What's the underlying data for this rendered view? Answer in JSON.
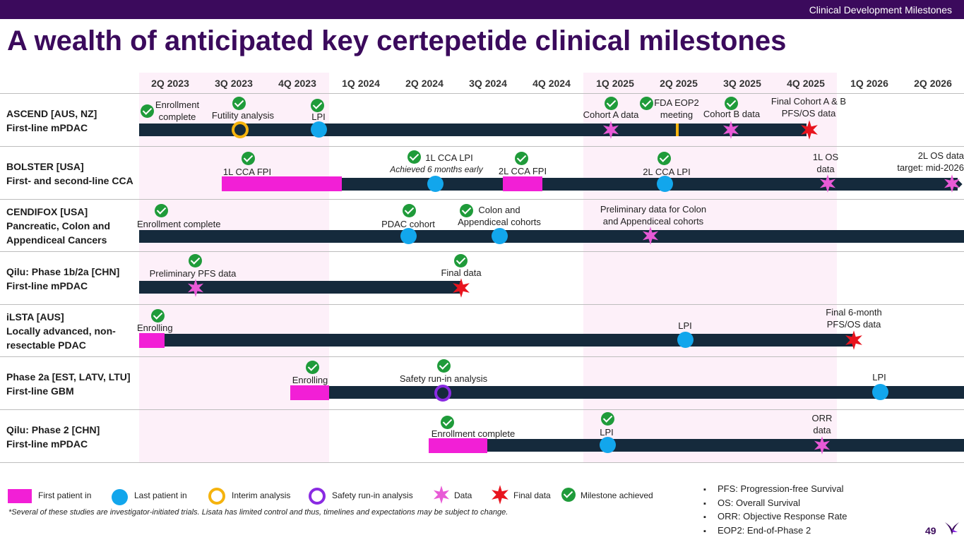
{
  "header": {
    "section_label": "Clinical Development Milestones"
  },
  "title": "A wealth of anticipated key certepetide clinical milestones",
  "quarters": [
    "2Q 2023",
    "3Q 2023",
    "4Q 2023",
    "1Q 2024",
    "2Q 2024",
    "3Q 2024",
    "4Q 2024",
    "1Q 2025",
    "2Q 2025",
    "3Q 2025",
    "4Q 2025",
    "1Q 2026",
    "2Q 2026"
  ],
  "studies": [
    {
      "name": "ASCEND [AUS, NZ]\nFirst-line mPDAC",
      "labels": [
        "Enrollment\ncomplete",
        "Futility analysis",
        "LPI",
        "Cohort A data",
        "FDA EOP2\nmeeting",
        "Cohort B data",
        "Final Cohort A & B\nPFS/OS data"
      ]
    },
    {
      "name": "BOLSTER [USA]\nFirst- and second-line CCA",
      "labels": [
        "1L CCA FPI",
        "1L CCA LPI",
        "Achieved 6 months early",
        "2L CCA FPI",
        "2L CCA LPI",
        "1L OS\ndata",
        "2L OS data\ntarget: mid-2026"
      ]
    },
    {
      "name": "CENDIFOX [USA]\nPancreatic, Colon and\nAppendiceal Cancers",
      "labels": [
        "Enrollment complete",
        "PDAC cohort",
        "Colon and\nAppendiceal cohorts",
        "Preliminary data for Colon\nand Appendiceal cohorts"
      ]
    },
    {
      "name": "Qilu: Phase 1b/2a [CHN]\nFirst-line mPDAC",
      "labels": [
        "Preliminary PFS data",
        "Final data"
      ]
    },
    {
      "name": "iLSTA [AUS]\nLocally advanced, non-\nresectable PDAC",
      "labels": [
        "Enrolling",
        "LPI",
        "Final 6-month\nPFS/OS data"
      ]
    },
    {
      "name": "Phase 2a [EST, LATV, LTU]\nFirst-line GBM",
      "labels": [
        "Enrolling",
        "Safety run-in analysis",
        "LPI"
      ]
    },
    {
      "name": "Qilu: Phase 2 [CHN]\nFirst-line mPDAC",
      "labels": [
        "Enrollment complete",
        "LPI",
        "ORR\ndata"
      ]
    }
  ],
  "legend": {
    "first_patient_in": "First patient in",
    "last_patient_in": "Last patient in",
    "interim_analysis": "Interim analysis",
    "safety_run_in": "Safety run-in analysis",
    "data": "Data",
    "final_data": "Final data",
    "milestone_achieved": "Milestone achieved"
  },
  "footnote": "*Several of these studies are investigator-initiated trials. Lisata has limited control and thus, timelines and expectations may be subject to change.",
  "abbreviations": [
    "PFS: Progression-free Survival",
    "OS: Overall Survival",
    "ORR: Objective Response Rate",
    "EOP2: End-of-Phase 2"
  ],
  "page_number": "49",
  "colors": {
    "brand_purple": "#3b0a5c",
    "bar_navy": "#152a3c",
    "fpi_magenta": "#f21fd6",
    "lpi_blue": "#12a6ec",
    "interim_gold": "#f5b30e",
    "safety_purple": "#8a2be2",
    "data_star": "#e85ad6",
    "final_star": "#e8141e",
    "check_green": "#1f9b3a",
    "band_pink": "#fdf0f9"
  }
}
